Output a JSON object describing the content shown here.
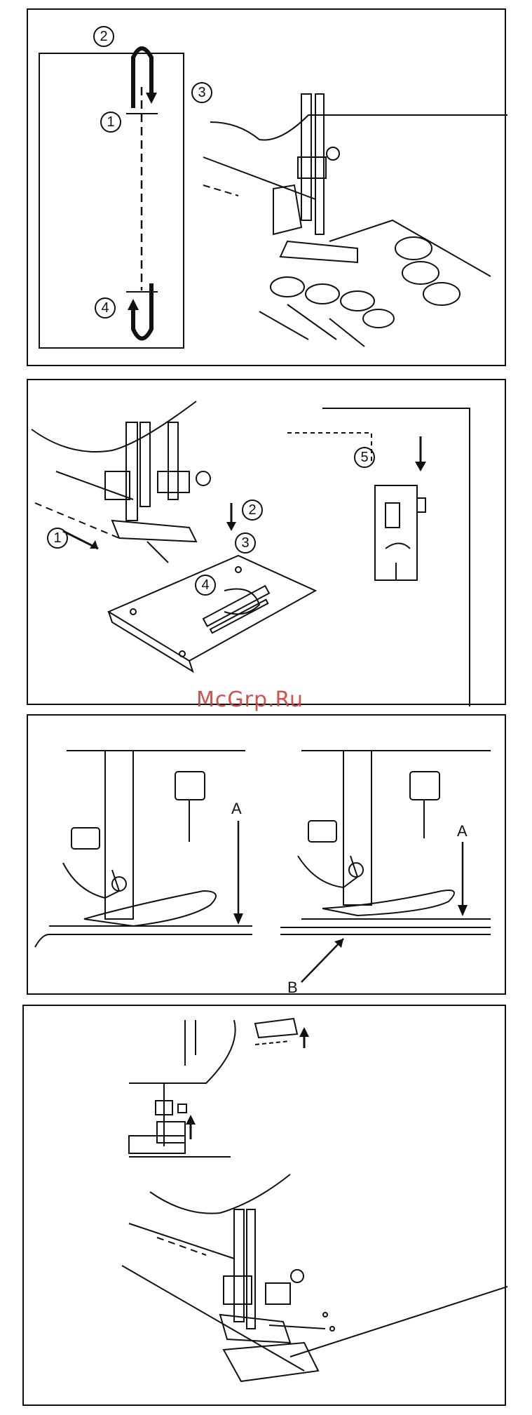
{
  "panels": [
    {
      "labels": {
        "c1": "1",
        "c2": "2",
        "c3": "3",
        "c4": "4"
      }
    },
    {
      "labels": {
        "c1": "1",
        "c2": "2",
        "c3": "3",
        "c4": "4",
        "c5": "5"
      }
    },
    {
      "labels": {
        "a1": "A",
        "a2": "A",
        "b": "B"
      }
    },
    {
      "labels": {}
    }
  ],
  "watermark": "McGrp.Ru",
  "colors": {
    "line": "#111111",
    "watermark": "#c9403a"
  }
}
